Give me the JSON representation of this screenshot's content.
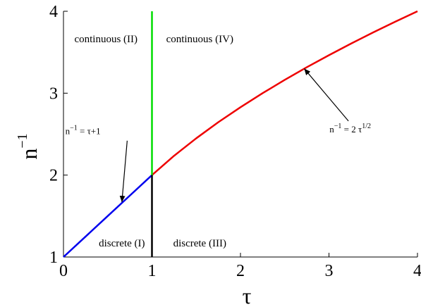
{
  "chart_data": {
    "type": "line",
    "title": "",
    "xlabel": "τ",
    "ylabel": "n",
    "ylabel_superscript": "−1",
    "xlim": [
      0,
      4
    ],
    "ylim": [
      1,
      4
    ],
    "x_ticks": [
      "0",
      "1",
      "2",
      "3",
      "4"
    ],
    "y_ticks": [
      "1",
      "2",
      "3",
      "4"
    ],
    "grid": false,
    "series": [
      {
        "color": "#0000ee",
        "x": [
          0,
          0.25,
          0.5,
          0.75,
          1
        ],
        "y": [
          1,
          1.25,
          1.5,
          1.75,
          2
        ]
      },
      {
        "color": "#ee0000",
        "x": [
          1,
          1.25,
          1.5,
          1.75,
          2,
          2.25,
          2.5,
          2.75,
          3,
          3.25,
          3.5,
          3.75,
          4
        ],
        "y": [
          2,
          2.236,
          2.449,
          2.646,
          2.828,
          3,
          3.162,
          3.317,
          3.464,
          3.606,
          3.742,
          3.873,
          4
        ]
      },
      {
        "color": "#00dd00",
        "x": [
          1,
          1
        ],
        "y": [
          2,
          4
        ]
      },
      {
        "color": "#000000",
        "x": [
          1,
          1
        ],
        "y": [
          1,
          2
        ]
      }
    ],
    "regions": [
      {
        "label": "continuous (II)",
        "x": 0.48,
        "y": 3.62
      },
      {
        "label": "continuous  (IV)",
        "x": 1.54,
        "y": 3.62
      },
      {
        "label": "discrete (I)",
        "x": 0.66,
        "y": 1.13
      },
      {
        "label": "discrete  (III)",
        "x": 1.54,
        "y": 1.13
      }
    ],
    "annotations": [
      {
        "name": "linear",
        "base": "n",
        "sup": "−1",
        "rest": " = τ+1",
        "sup2": "",
        "text_x": 0.22,
        "text_y": 2.5,
        "arrow_from_x": 0.72,
        "arrow_from_y": 2.42,
        "arrow_to_x": 0.66,
        "arrow_to_y": 1.67
      },
      {
        "name": "sqrt",
        "base": "n",
        "sup": "−1",
        "rest": " = 2 τ",
        "sup2": "1/2",
        "text_x": 3.24,
        "text_y": 2.52,
        "arrow_from_x": 3.22,
        "arrow_from_y": 2.66,
        "arrow_to_x": 2.72,
        "arrow_to_y": 3.3
      }
    ]
  }
}
